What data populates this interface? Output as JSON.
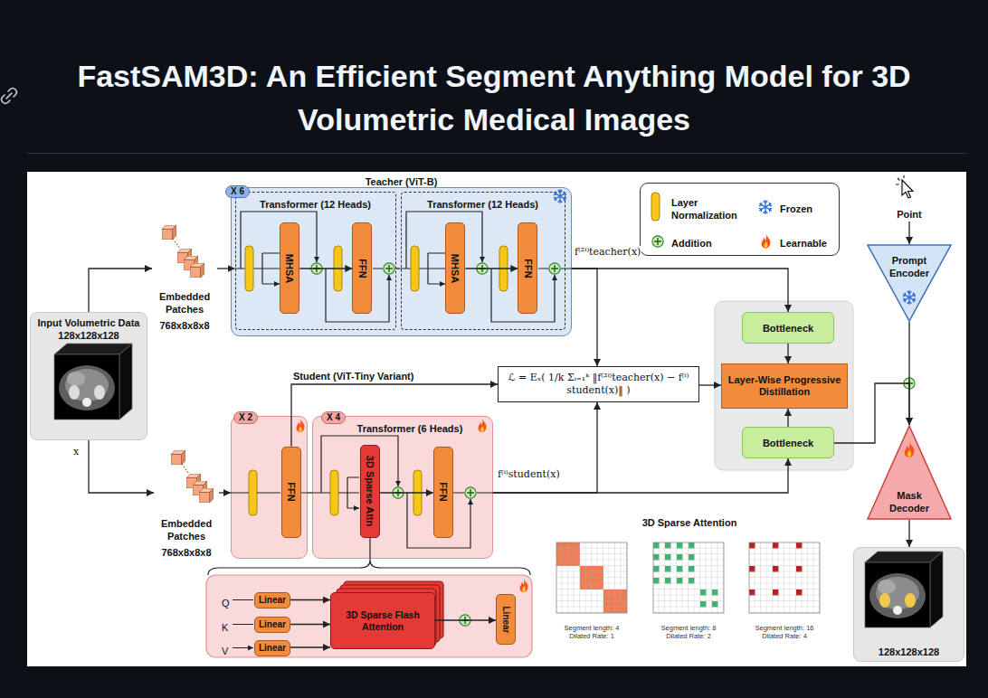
{
  "diagram": {
    "title": "FastSAM3D: An Efficient Segment Anything Model for 3D Volumetric Medical Images",
    "nodes": [
      {
        "text": [
          "Teacher (ViT-B)",
          "X 6"
        ]
      },
      {
        "text": [
          "Transformer (12 Heads)"
        ],
        "in": 0
      },
      {
        "text": [
          "MHSA"
        ],
        "in": 1
      },
      {
        "text": [
          "FFN"
        ],
        "in": 1
      },
      {
        "text": [
          "Transformer (12 Heads)"
        ],
        "in": 0
      },
      {
        "text": [
          "MHSA"
        ],
        "in": 4
      },
      {
        "text": [
          "FFN"
        ],
        "in": 4
      },
      {
        "text": [
          "Embedded Patches",
          "768x8x8x8"
        ]
      },
      {
        "text": [
          "Input Volumetric Data 128x128x128",
          "x"
        ]
      },
      {
        "text": [
          "X 2"
        ]
      },
      {
        "text": [
          "FFN"
        ],
        "in": 9
      },
      {
        "text": [
          "X 4",
          "Transformer (6 Heads)"
        ]
      },
      {
        "text": [
          "3D Sparse Attn"
        ],
        "in": 11
      },
      {
        "text": [
          "FFN"
        ],
        "in": 11
      },
      {
        "text": [
          "Embedded Patches",
          "768x8x8x8"
        ]
      },
      {
        "text": [
          "Linear"
        ]
      },
      {
        "text": [
          "Linear"
        ]
      },
      {
        "text": [
          "Linear"
        ]
      },
      {
        "text": [
          "3D Sparse Flash Attention"
        ]
      },
      {
        "text": [
          "Linear"
        ]
      },
      {
        "text": [
          "ℒ = Eₓ( 1/k Σᵢ₌₁ᵏ ‖f⁽²ⁱ⁾teacher(x) − f⁽ⁱ⁾student(x)‖ )"
        ]
      },
      {
        "text": [
          "Bottleneck"
        ]
      },
      {
        "text": [
          "Layer-Wise Progressive Distillation"
        ]
      },
      {
        "text": [
          "Bottleneck"
        ]
      },
      {
        "text": [
          "Prompt Encoder"
        ]
      },
      {
        "text": [
          "Point"
        ]
      },
      {
        "text": [
          "Mask Decoder"
        ]
      },
      {
        "text": [
          "128x128x128"
        ]
      }
    ],
    "edges": [
      {
        "from": 8,
        "to": 7,
        "arrow": "to"
      },
      {
        "from": 8,
        "to": 14,
        "arrow": "to"
      },
      {
        "from": 7,
        "to": 1,
        "arrow": "to"
      },
      {
        "from": 1,
        "to": 4,
        "arrow": "none"
      },
      {
        "from": 2,
        "to": 3,
        "arrow": "to"
      },
      {
        "from": 5,
        "to": 6,
        "arrow": "to"
      },
      {
        "from": 0,
        "to": 21,
        "label": "f⁽²ⁱ⁾teacher(x)",
        "arrow": "to"
      },
      {
        "from": 0,
        "to": 20,
        "arrow": "to"
      },
      {
        "from": 14,
        "to": 9,
        "arrow": "to"
      },
      {
        "from": 9,
        "to": 11,
        "arrow": "none"
      },
      {
        "from": 12,
        "to": 13,
        "arrow": "to"
      },
      {
        "from": 10,
        "to": 20,
        "arrow": "to"
      },
      {
        "from": 11,
        "to": 23,
        "label": "f⁽ⁱ⁾student(x)",
        "arrow": "to"
      },
      {
        "from": 11,
        "to": 20,
        "arrow": "to"
      },
      {
        "from": 20,
        "to": 22,
        "arrow": "to"
      },
      {
        "from": 21,
        "to": 22,
        "arrow": "to"
      },
      {
        "from": 23,
        "to": 22,
        "arrow": "to"
      },
      {
        "from": 23,
        "to": 26,
        "arrow": "to"
      },
      {
        "from": 25,
        "to": 24,
        "arrow": "to"
      },
      {
        "from": 24,
        "to": 26,
        "arrow": "to"
      },
      {
        "from": 26,
        "to": 27,
        "arrow": "to"
      },
      {
        "from": 15,
        "to": 18,
        "arrow": "to"
      },
      {
        "from": 16,
        "to": 18,
        "arrow": "to"
      },
      {
        "from": 17,
        "to": 18,
        "arrow": "to"
      },
      {
        "from": 18,
        "to": 19,
        "arrow": "to"
      }
    ],
    "labels": [
      "Student (ViT-Tiny Variant)",
      "3D Sparse Attention",
      "Q",
      "K",
      "V",
      "Segment length: 4",
      "Dilated Rate: 1",
      "Segment length: 8",
      "Dilated Rate: 2",
      "Segment length: 16",
      "Dilated Rate: 4"
    ],
    "legend": [
      {
        "text": "Layer Normalization"
      },
      {
        "text": "Frozen"
      },
      {
        "text": "Addition"
      },
      {
        "text": "Learnable"
      }
    ]
  }
}
